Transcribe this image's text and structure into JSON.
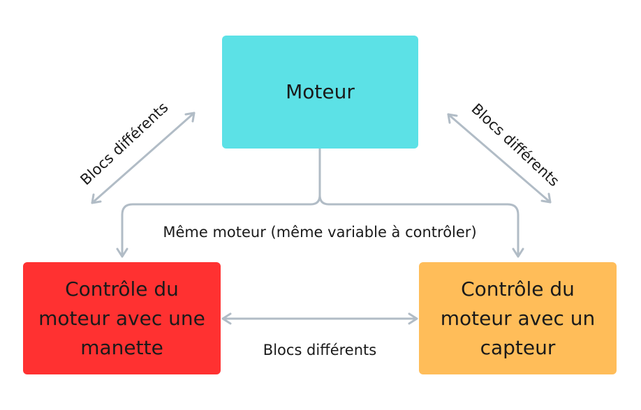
{
  "boxes": {
    "top": {
      "text": "Moteur",
      "color": "#5ce1e6"
    },
    "left": {
      "text": "Contrôle du moteur avec une manette",
      "color": "#ff3131"
    },
    "right": {
      "text": "Contrôle du moteur avec un capteur",
      "color": "#ffbd59"
    }
  },
  "labels": {
    "center": "Même moteur (même variable à contrôler)",
    "bottom": "Blocs différents",
    "diag_left": "Blocs différents",
    "diag_right": "Blocs différents"
  },
  "colors": {
    "connector": "#b1bcc6"
  }
}
